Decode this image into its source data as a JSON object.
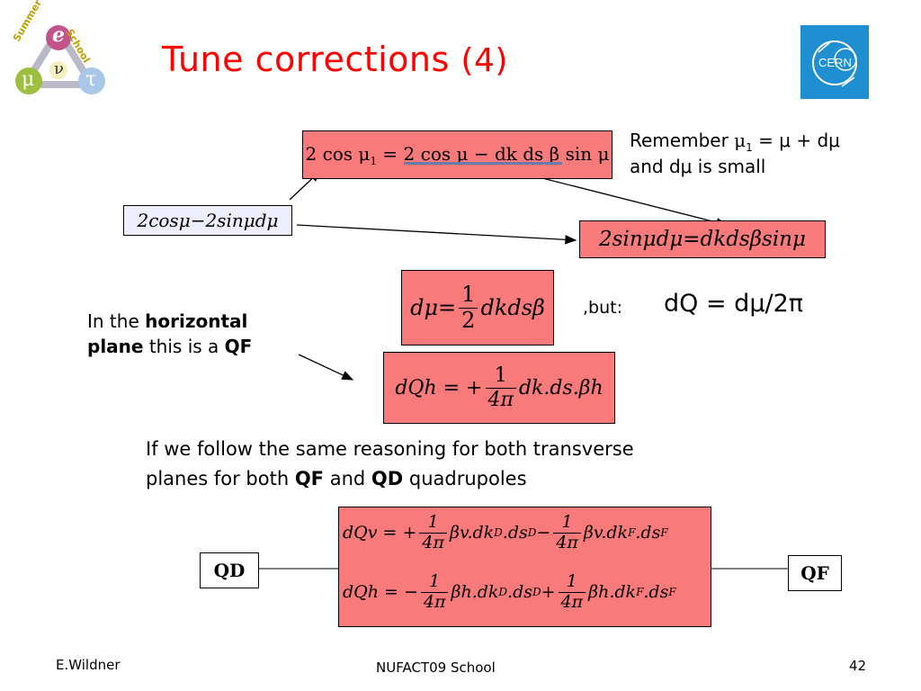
{
  "slide": {
    "title": "Tune corrections",
    "title_suffix": "(4)",
    "logo_left": {
      "top": "Summer",
      "right": "School",
      "center_letter": "e",
      "left_letter": "μ",
      "mid_letter": "ν",
      "right_letter": "τ"
    },
    "logo_right": "CERN",
    "eq1": "2 cos μ₁ = 2 cos μ − dk ds β sin μ",
    "eq1_sub": "1",
    "remember_line1_prefix": "Remember ",
    "remember_mu1": "μ",
    "remember_sub": "1",
    "remember_rest": " = μ + dμ",
    "remember_line2": "and dμ is small",
    "eq2": "2cosμ−2sinμdμ",
    "eq3": "2sinμdμ=dkdsβsinμ",
    "eq4_lhs": "dμ=",
    "eq4_num": "1",
    "eq4_den": "2",
    "eq4_rhs": "dkdsβ",
    "but_text": ",but:",
    "dq_text": "dQ = dμ/2π",
    "horiz_1": "In the ",
    "horiz_2": "horizontal",
    "horiz_3": "plane",
    "horiz_4": " this is a ",
    "horiz_5": "QF",
    "eq5_lhs": "dQh = +",
    "eq5_num": "1",
    "eq5_den": "4π",
    "eq5_rhs": "dk.ds.βh",
    "follow_1": "If we follow the same reasoning for both transverse",
    "follow_2a": "planes for both ",
    "follow_2b": "QF",
    "follow_2c": " and ",
    "follow_2d": "QD",
    "follow_2e": " quadrupoles",
    "eqv_lhs": "dQv = +",
    "eqv_num": "1",
    "eqv_den": "4π",
    "eqv_mid": "βv.dk",
    "eqv_sub1": "D",
    "eqv_mid2": ".ds",
    "eqv_sub2": "D",
    "eqv_op": " − ",
    "eqv_num2": "1",
    "eqv_den2": "4π",
    "eqv_end": "βv.dk",
    "eqv_sub3": "F",
    "eqv_end2": ".ds",
    "eqv_sub4": "F",
    "eqh_lhs": "dQh = −",
    "eqh_num": "1",
    "eqh_den": "4π",
    "eqh_mid": "βh.dk",
    "eqh_sub1": "D",
    "eqh_mid2": ".ds",
    "eqh_sub2": "D",
    "eqh_op": " + ",
    "eqh_num2": "1",
    "eqh_den2": "4π",
    "eqh_end": "βh.dk",
    "eqh_sub3": "F",
    "eqh_end2": ".ds",
    "eqh_sub4": "F",
    "qd_label": "QD",
    "qf_label": "QF",
    "footer_author": "E.Wildner",
    "footer_event": "NUFACT09 School",
    "page_number": "42"
  },
  "colors": {
    "title": "#ff0000",
    "pink_box": "#f87a7a",
    "lavender_box": "#eeeeff",
    "cern_blue": "#1f8fd1"
  }
}
